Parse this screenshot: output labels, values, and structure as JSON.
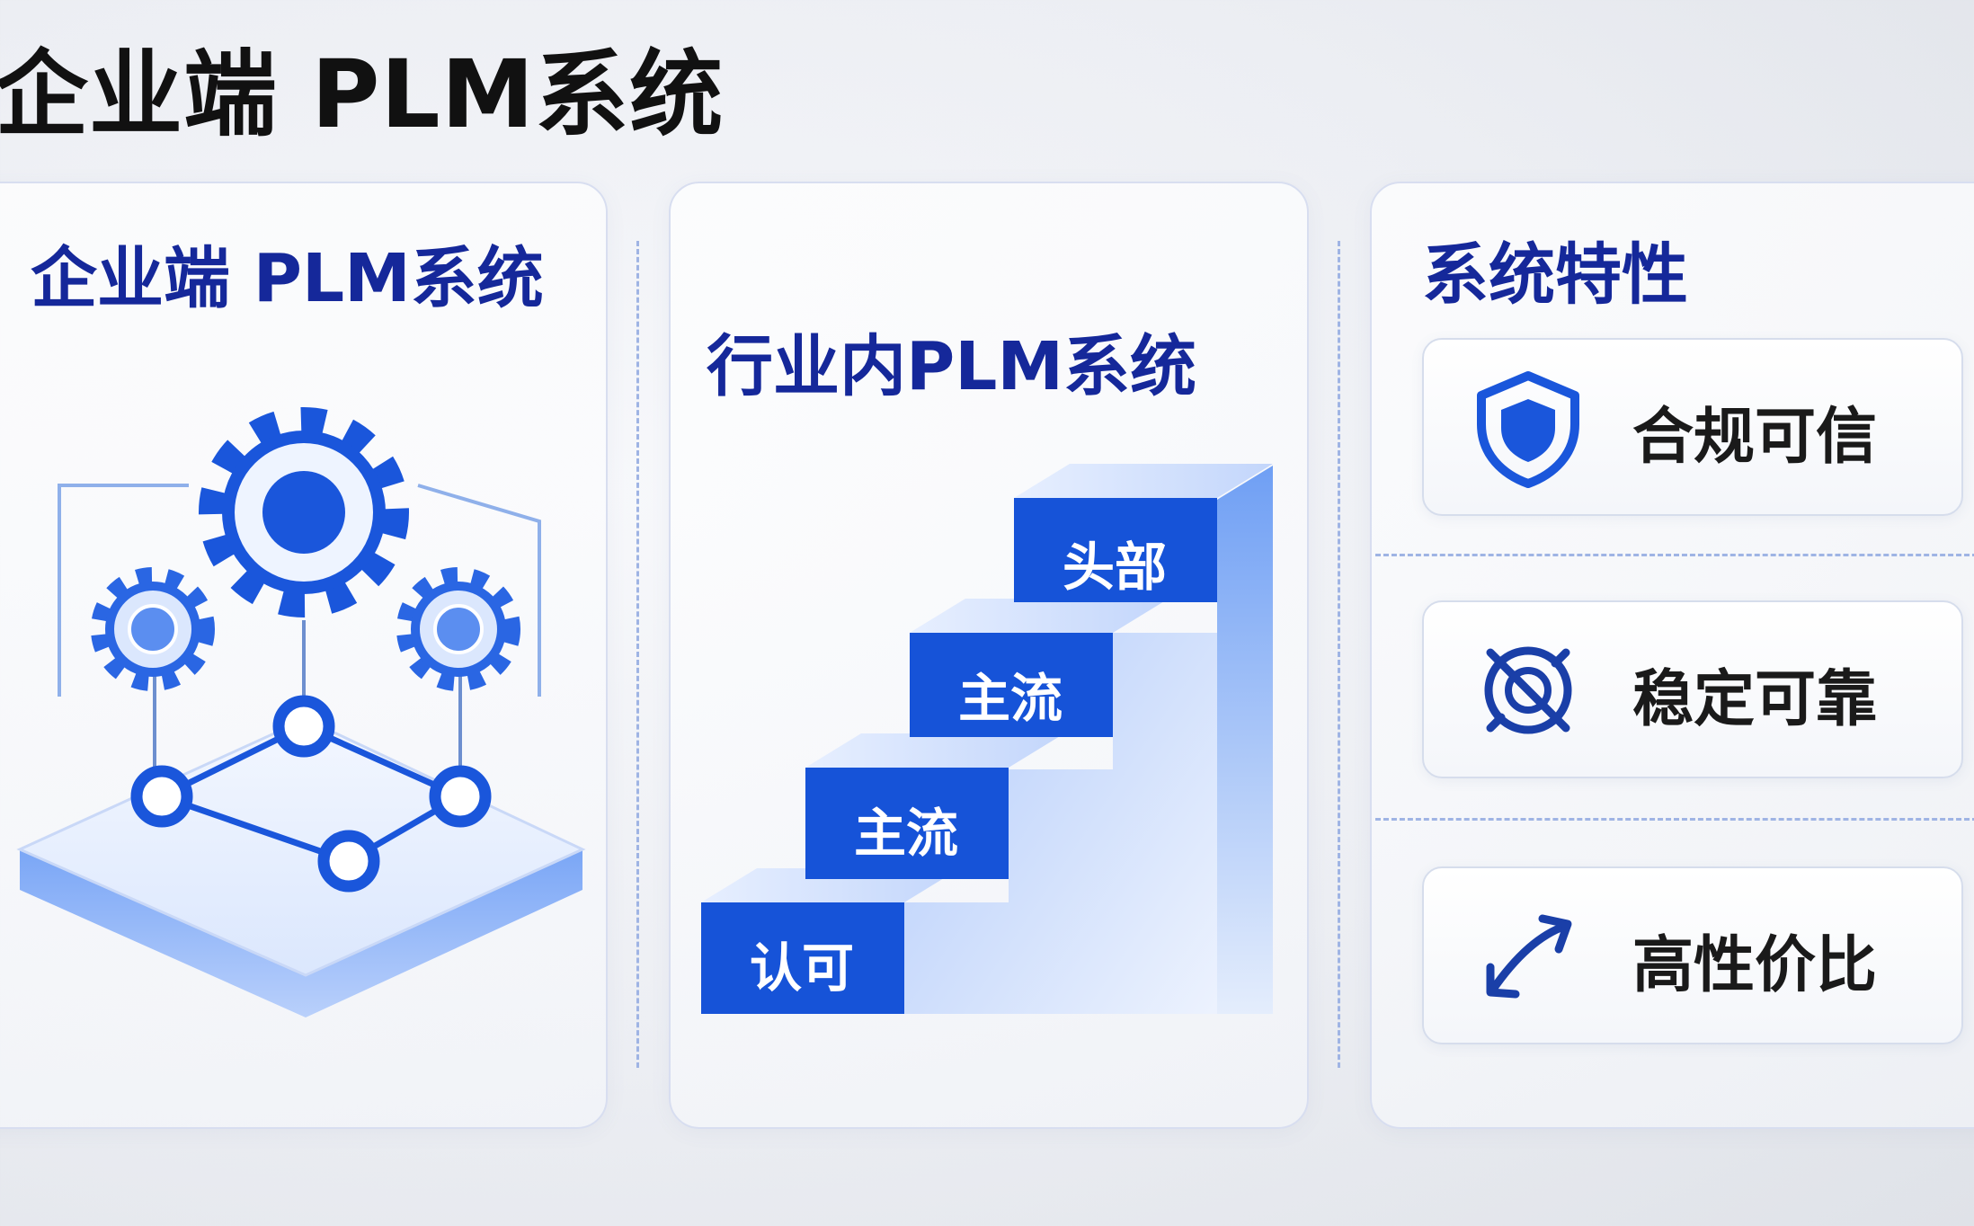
{
  "page_title": "企业端 PLM系统",
  "panels": {
    "enterprise": {
      "heading": "企业端 PLM系统"
    },
    "industry": {
      "heading": "行业内PLM系统",
      "steps": [
        "认可",
        "主流",
        "主流",
        "头部"
      ]
    },
    "features": {
      "heading": "系统特性",
      "items": [
        {
          "label": "合规可信",
          "icon": "shield-icon"
        },
        {
          "label": "稳定可靠",
          "icon": "target-icon"
        },
        {
          "label": "高性价比",
          "icon": "double-arrow-icon"
        }
      ]
    }
  },
  "colors": {
    "heading_blue": "#15289a",
    "accent_blue": "#1a56db",
    "light_blue": "#8fb3f5",
    "dashed_line": "#9fb4e4"
  }
}
